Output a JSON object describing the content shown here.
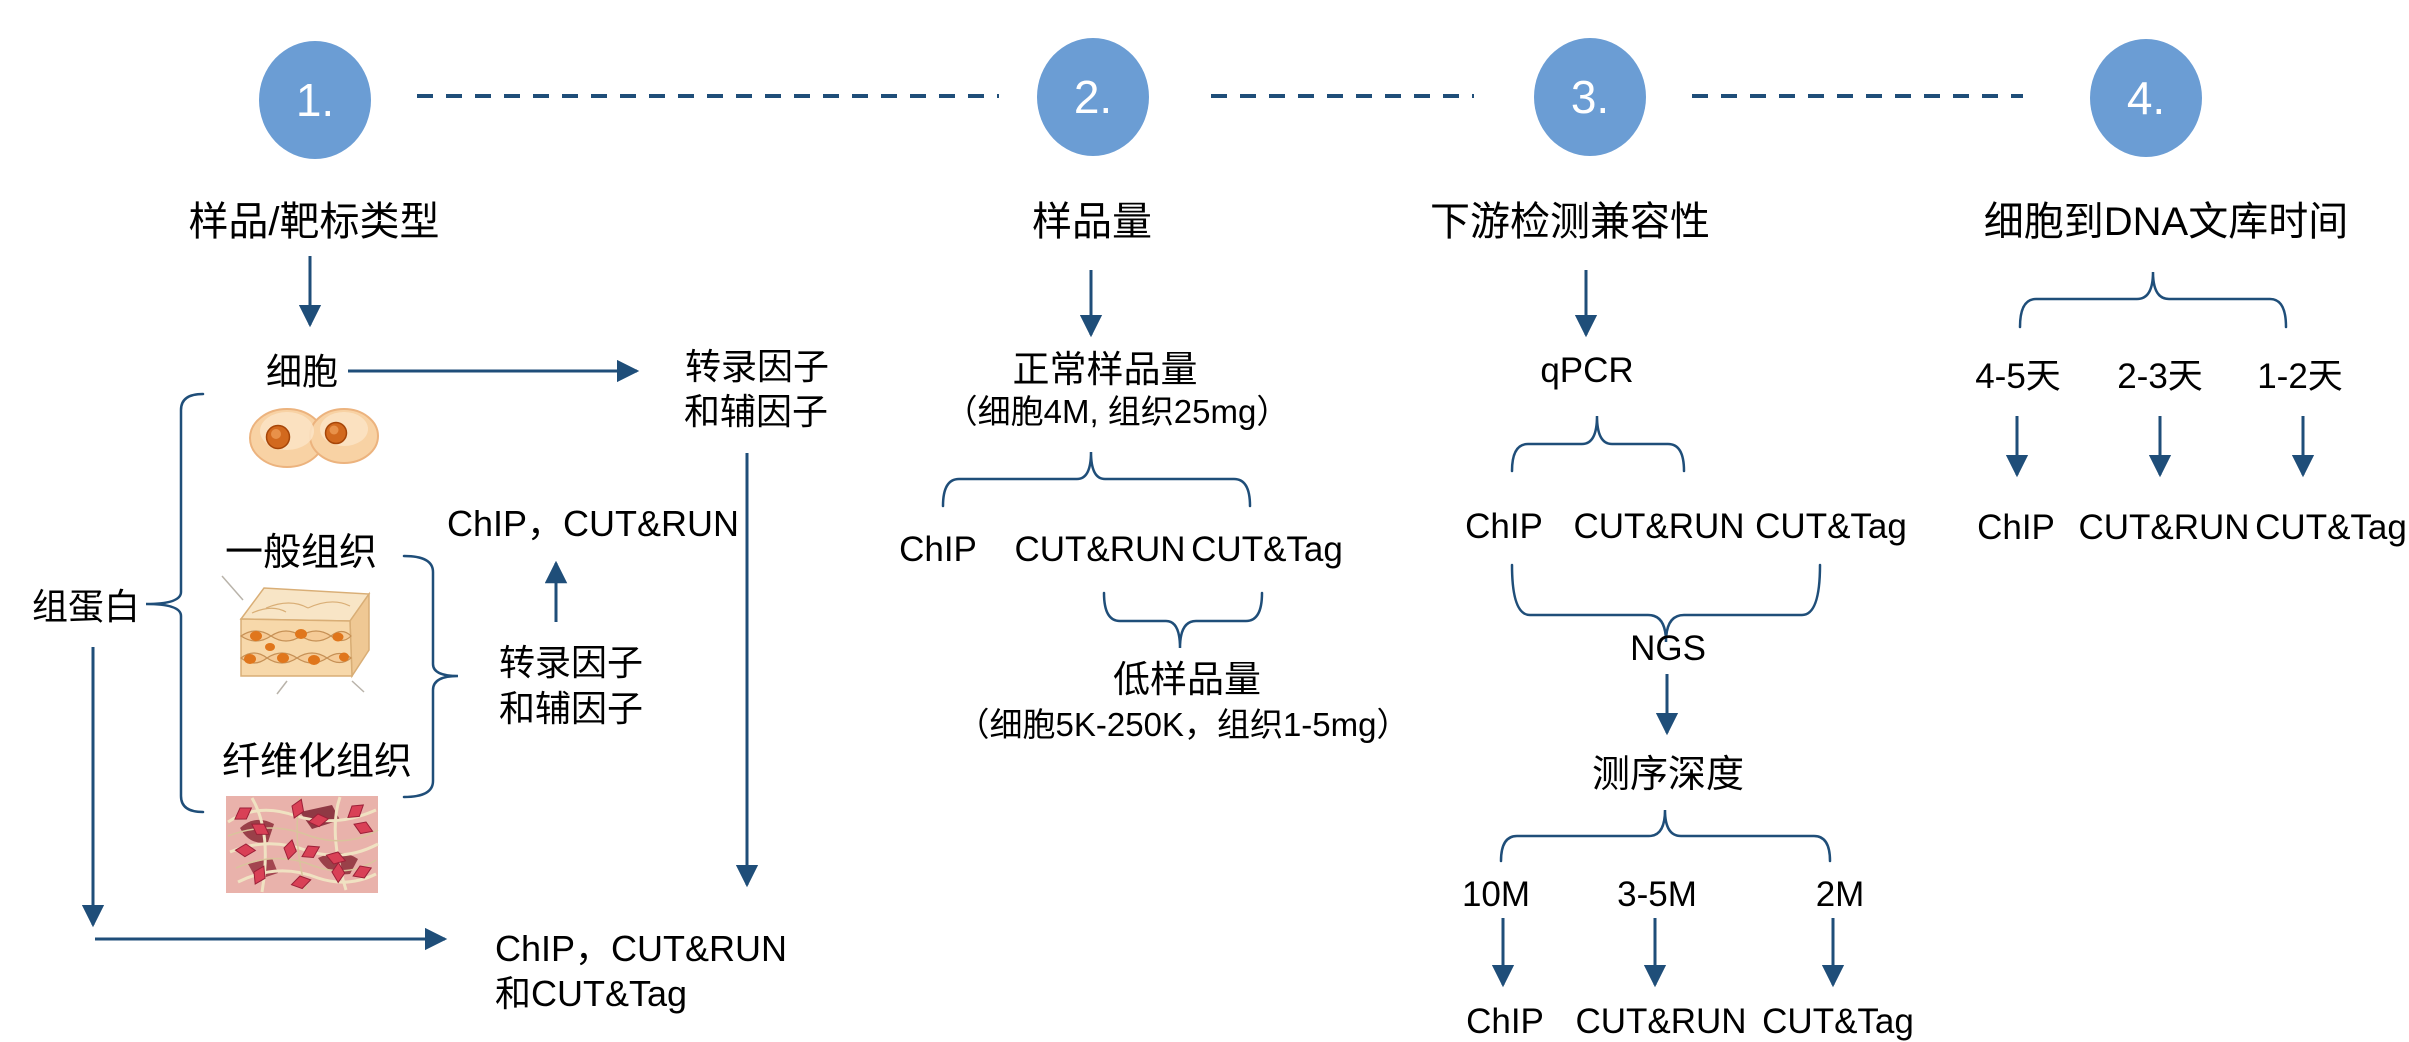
{
  "colors": {
    "line": "#1f4e79",
    "circle_fill": "#6b9dd4",
    "circle_text": "#ffffff",
    "text": "#000000",
    "background": "#ffffff"
  },
  "steps": [
    {
      "number": "1.",
      "title": "样品/靶标类型"
    },
    {
      "number": "2.",
      "title": "样品量"
    },
    {
      "number": "3.",
      "title": "下游检测兼容性"
    },
    {
      "number": "4.",
      "title": "细胞到DNA文库时间"
    }
  ],
  "section1": {
    "cell": "细胞",
    "histone": "组蛋白",
    "general_tissue": "一般组织",
    "fibrotic_tissue": "纤维化组织",
    "tf_cofactor_line1": "转录因子",
    "tf_cofactor_line2": "和辅因子",
    "methods_tissue_tf": "ChIP，CUT&RUN",
    "methods_all_line1": "ChIP，CUT&RUN",
    "methods_all_line2": "和CUT&Tag"
  },
  "section2": {
    "normal_title": "正常样品量",
    "normal_detail": "（细胞4M, 组织25mg）",
    "methods": [
      "ChIP",
      "CUT&RUN",
      "CUT&Tag"
    ],
    "low_title": "低样品量",
    "low_detail": "（细胞5K-250K，组织1-5mg）"
  },
  "section3": {
    "qpcr": "qPCR",
    "methods": [
      "ChIP",
      "CUT&RUN",
      "CUT&Tag"
    ],
    "ngs": "NGS",
    "depth_title": "测序深度",
    "depths": [
      "10M",
      "3-5M",
      "2M"
    ],
    "depth_methods": [
      "ChIP",
      "CUT&RUN",
      "CUT&Tag"
    ]
  },
  "section4": {
    "durations": [
      "4-5天",
      "2-3天",
      "1-2天"
    ],
    "methods": [
      "ChIP",
      "CUT&RUN",
      "CUT&Tag"
    ]
  },
  "images": {
    "cells": "two-cultured-cells-illustration",
    "general_tissue": "epithelial-tissue-block-illustration",
    "fibrotic_tissue": "fibrotic-tissue-micrograph-illustration"
  }
}
